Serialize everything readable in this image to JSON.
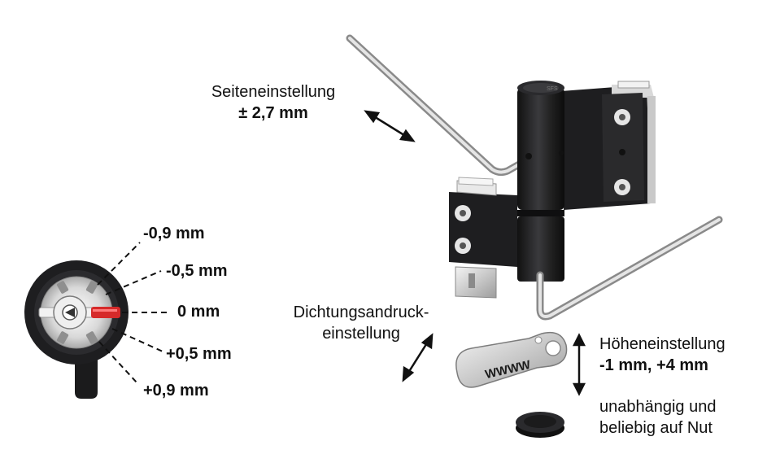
{
  "labels": {
    "side_title": "Seiteneinstellung",
    "side_value": "± 2,7 mm",
    "seal_line1": "Dichtungsandruck-",
    "seal_line2": "einstellung",
    "height_title": "Höheneinstellung",
    "height_value": "-1 mm, +4 mm",
    "indep_line1": "unabhängig und",
    "indep_line2": "beliebig auf Nut"
  },
  "eccentric_scale": [
    "-0,9 mm",
    "-0,5 mm",
    "0 mm",
    "+0,5 mm",
    "+0,9 mm"
  ],
  "tool_marking": "WWWW",
  "hinge_marking": "SFS",
  "colors": {
    "hinge_dark": "#1e1e20",
    "hinge_mid": "#333336",
    "steel_light": "#e6e6e6",
    "steel_mid": "#b9b9b9",
    "accent_red": "#d62a2a"
  }
}
